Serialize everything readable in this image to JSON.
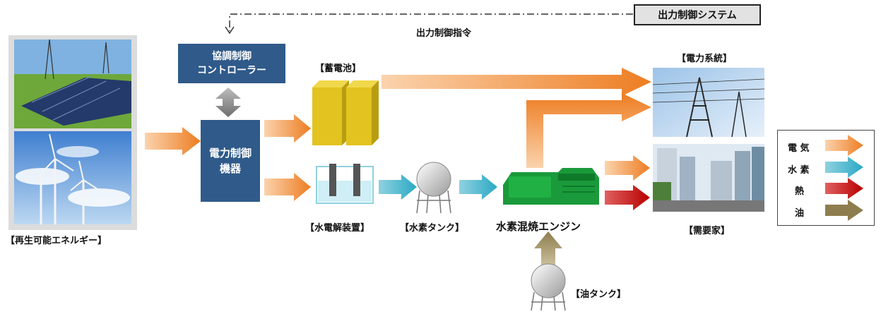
{
  "system": {
    "label": "出力制御システム"
  },
  "command": {
    "label": "出力制御指令"
  },
  "renewable": {
    "label": "【再生可能エネルギー】"
  },
  "coordinator": {
    "line1": "協調制御",
    "line2": "コントローラー"
  },
  "controller": {
    "line1": "電力制御",
    "line2": "機器"
  },
  "battery": {
    "label": "【蓄電池】"
  },
  "electrolyzer": {
    "label": "【水電解装置】"
  },
  "h2tank": {
    "label": "【水素タンク】"
  },
  "engine": {
    "label": "水素混焼エンジン"
  },
  "oiltank": {
    "label": "【油タンク】"
  },
  "grid": {
    "label": "【電力系統】"
  },
  "consumer": {
    "label": "【需要家】"
  },
  "legend": {
    "items": [
      {
        "label": "電 気",
        "color": "#f08a24"
      },
      {
        "label": "水 素",
        "color": "#2aa9c4"
      },
      {
        "label": "熱",
        "color": "#c00000"
      },
      {
        "label": "油",
        "color": "#8e7d4e"
      }
    ]
  }
}
